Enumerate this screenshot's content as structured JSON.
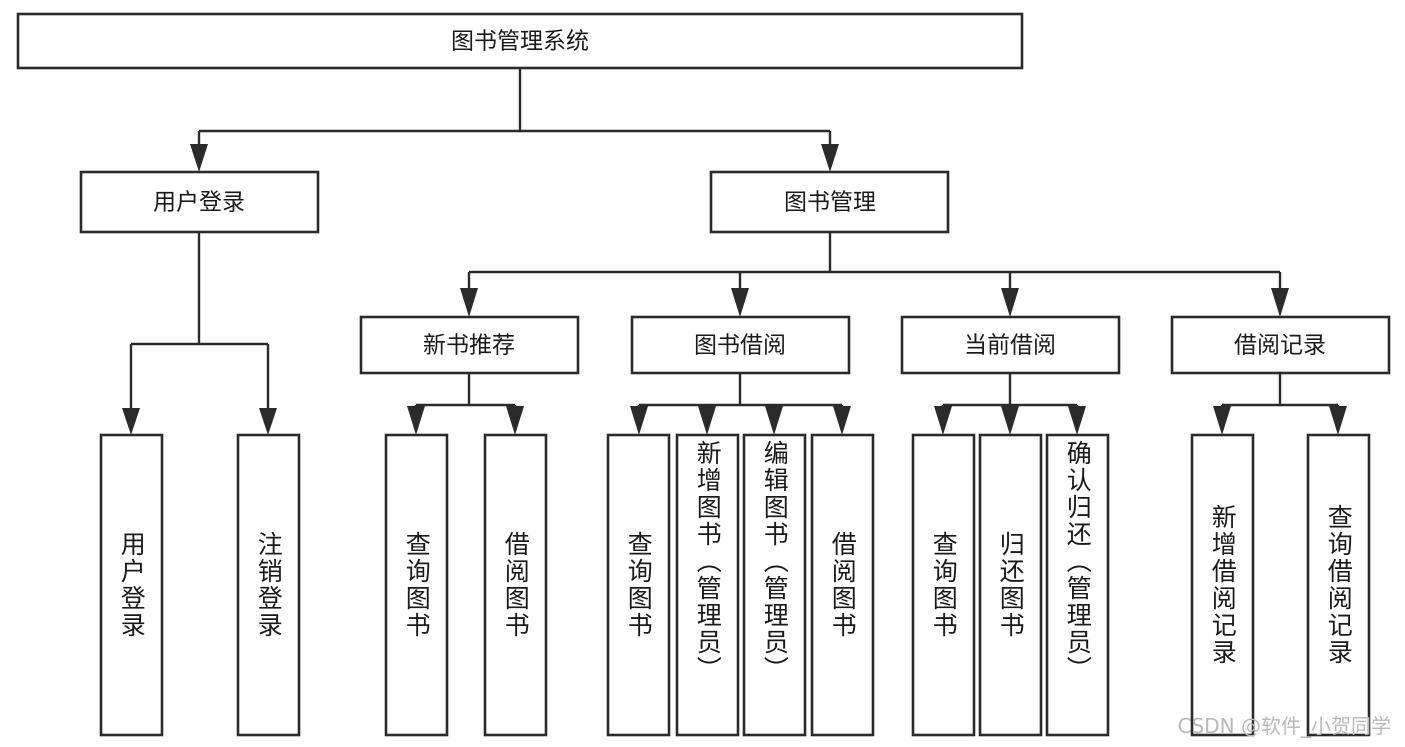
{
  "diagram": {
    "type": "tree",
    "title": "图书管理系统",
    "orientation": "top-down",
    "colors": {
      "box_fill": "#ffffff",
      "box_stroke": "#2b2b2b",
      "connector": "#2b2b2b",
      "text": "#1a1a1a",
      "watermark": "#b9b9b9"
    },
    "root": {
      "label": "图书管理系统",
      "name": "node-root-library-system"
    },
    "level2": [
      {
        "label": "用户登录",
        "name": "node-user-login"
      },
      {
        "label": "图书管理",
        "name": "node-book-management"
      }
    ],
    "level3": [
      {
        "label": "新书推荐",
        "name": "node-new-book-recommend"
      },
      {
        "label": "图书借阅",
        "name": "node-book-borrow"
      },
      {
        "label": "当前借阅",
        "name": "node-current-borrow"
      },
      {
        "label": "借阅记录",
        "name": "node-borrow-record"
      }
    ],
    "leaves": [
      {
        "label": "用户登录",
        "name": "leaf-user-login",
        "parent": "用户登录",
        "align": "center"
      },
      {
        "label": "注销登录",
        "name": "leaf-logout",
        "parent": "用户登录",
        "align": "center"
      },
      {
        "label": "查询图书",
        "name": "leaf-query-book-recommend",
        "parent": "新书推荐",
        "align": "center"
      },
      {
        "label": "借阅图书",
        "name": "leaf-borrow-book-recommend",
        "parent": "新书推荐",
        "align": "center"
      },
      {
        "label": "查询图书",
        "name": "leaf-query-book-borrow",
        "parent": "图书借阅",
        "align": "center"
      },
      {
        "label": "新增图书（管理员）",
        "name": "leaf-add-book-admin",
        "parent": "图书借阅",
        "align": "top"
      },
      {
        "label": "编辑图书（管理员）",
        "name": "leaf-edit-book-admin",
        "parent": "图书借阅",
        "align": "top"
      },
      {
        "label": "借阅图书",
        "name": "leaf-borrow-book",
        "parent": "图书借阅",
        "align": "center"
      },
      {
        "label": "查询图书",
        "name": "leaf-query-book-current",
        "parent": "当前借阅",
        "align": "center"
      },
      {
        "label": "归还图书",
        "name": "leaf-return-book",
        "parent": "当前借阅",
        "align": "center"
      },
      {
        "label": "确认归还（管理员）",
        "name": "leaf-confirm-return-admin",
        "parent": "当前借阅",
        "align": "top"
      },
      {
        "label": "新增借阅记录",
        "name": "leaf-add-borrow-record",
        "parent": "借阅记录",
        "align": "center"
      },
      {
        "label": "查询借阅记录",
        "name": "leaf-query-borrow-record",
        "parent": "借阅记录",
        "align": "center"
      }
    ],
    "watermark": "CSDN @软件_小贺同学"
  }
}
